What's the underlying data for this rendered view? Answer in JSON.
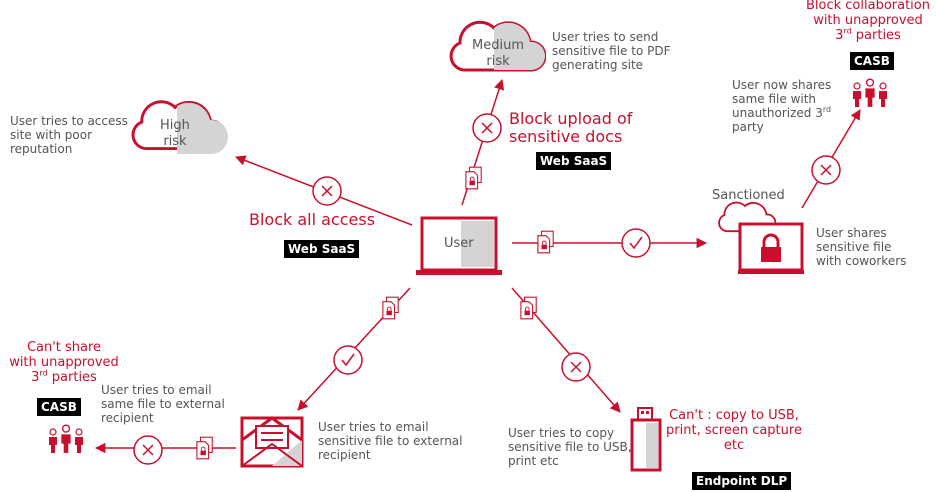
{
  "colors": {
    "accent": "#c8102e",
    "text": "#555555",
    "badge_bg": "#000000",
    "shade": "#d4d4d4"
  },
  "center": {
    "device_label": "User"
  },
  "clouds": {
    "high_risk": {
      "line1": "High",
      "line2": "risk"
    },
    "medium_risk": {
      "line1": "Medium",
      "line2": "risk"
    },
    "sanctioned": {
      "label": "Sanctioned"
    }
  },
  "flows": {
    "poor_reputation": {
      "description": [
        "User tries to access",
        "site with poor",
        "reputation"
      ],
      "action": "Block all access",
      "badge": "Web SaaS"
    },
    "pdf_site": {
      "description": [
        "User tries to send",
        "sensitive file to PDF",
        "generating site"
      ],
      "action": [
        "Block upload of",
        "sensitive docs"
      ],
      "badge": "Web SaaS"
    },
    "coworkers": {
      "description": [
        "User shares",
        "sensitive file",
        "with coworkers"
      ]
    },
    "third_party_share": {
      "description": [
        "User now shares",
        "same file with",
        "unauthorized 3",
        "rd",
        "party"
      ],
      "action": [
        "Block collaboration",
        "with unapproved",
        "3",
        "rd",
        " parties"
      ],
      "badge": "CASB"
    },
    "email": {
      "description": [
        "User tries to email",
        "sensitive file to external",
        "recipient"
      ]
    },
    "email_external": {
      "description": [
        "User tries to email",
        "same file to external",
        "recipient"
      ],
      "action": [
        "Can't share",
        "with unapproved",
        "3",
        "rd",
        " parties"
      ],
      "badge": "CASB"
    },
    "usb": {
      "description": [
        "User tries to copy",
        "sensitive file to USB,",
        "print etc"
      ],
      "action": [
        "Can't : copy to USB,",
        "print, screen capture",
        "etc"
      ],
      "badge": "Endpoint DLP"
    }
  },
  "icons": [
    "laptop-icon",
    "cloud-icon",
    "lock-icon",
    "document-lock-icon",
    "block-icon",
    "allow-icon",
    "envelope-icon",
    "usb-drive-icon",
    "people-icon",
    "arrow-icon"
  ]
}
